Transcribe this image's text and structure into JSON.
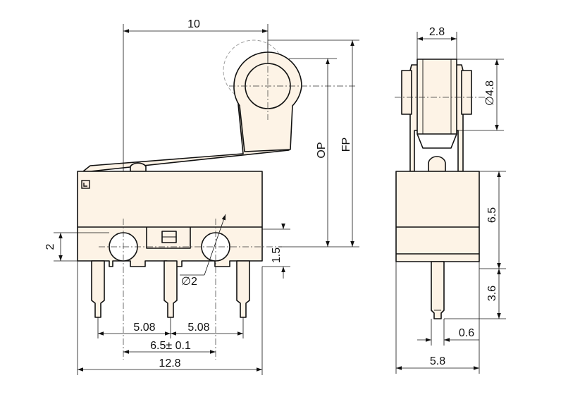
{
  "colors": {
    "body_fill": "#fdf3e6",
    "line": "#111111"
  },
  "dimensions": {
    "lever_length": "10",
    "op": "OP",
    "fp": "FP",
    "terminal_offset": "2",
    "height_1_5": "1.5",
    "hole_diameter": "∅2",
    "pitch_left": "5.08",
    "pitch_right": "5.08",
    "hole_spacing": "6.5± 0.1",
    "body_length": "12.8",
    "roller_width": "2.8",
    "roller_diameter": "∅4.8",
    "body_height": "6.5",
    "terminal_length": "3.6",
    "terminal_thickness": "0.6",
    "body_width": "5.8"
  }
}
